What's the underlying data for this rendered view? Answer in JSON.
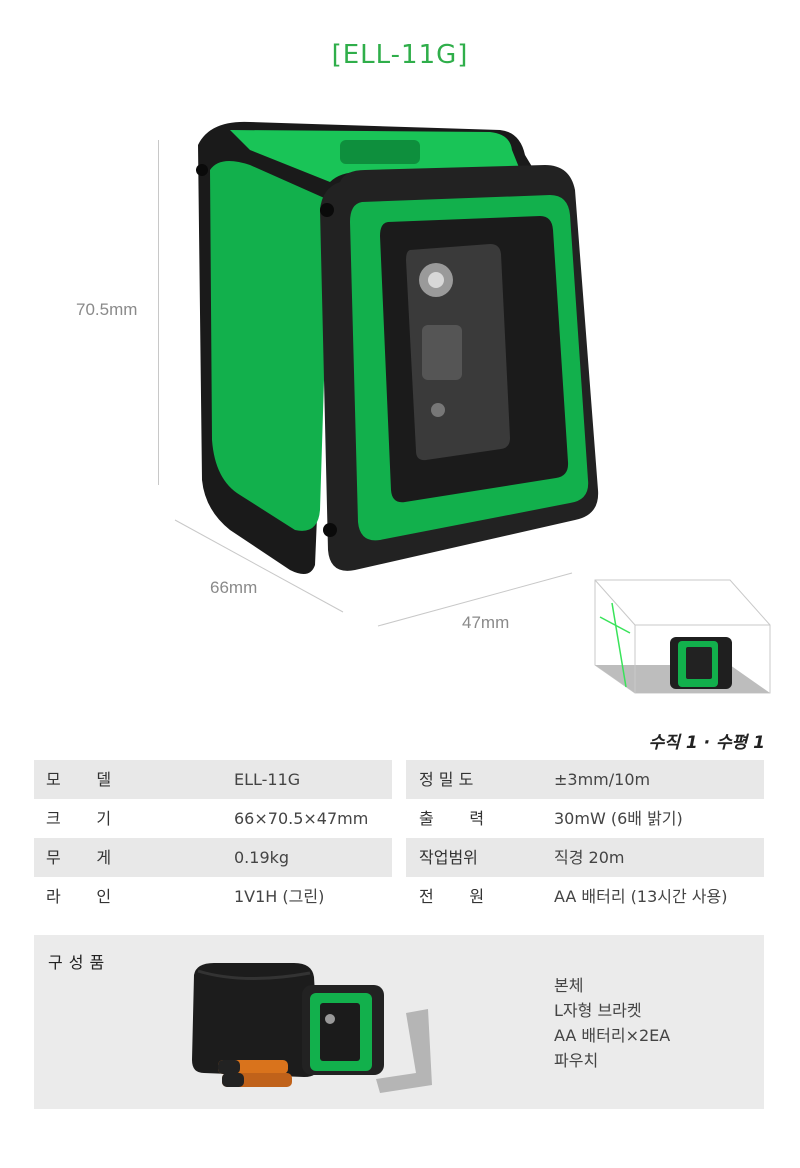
{
  "title": "[ELL-11G]",
  "dimensions": {
    "height": "70.5mm",
    "depth": "66mm",
    "width": "47mm"
  },
  "caption": "수직 1 · 수평 1",
  "specs": [
    {
      "key1": "모       델",
      "val1": "ELL-11G",
      "key2": "정 밀 도",
      "val2": "±3mm/10m"
    },
    {
      "key1": "크       기",
      "val1": "66×70.5×47mm",
      "key2": "출       력",
      "val2": "30mW (6배 밝기)"
    },
    {
      "key1": "무       게",
      "val1": "0.19kg",
      "key2": "작업범위",
      "val2": "직경 20m"
    },
    {
      "key1": "라       인",
      "val1": "1V1H (그린)",
      "key2": "전       원",
      "val2": "AA 배터리 (13시간 사용)"
    }
  ],
  "components": {
    "label": "구성품",
    "items": [
      "본체",
      "L자형 브라켓",
      "AA 배터리×2EA",
      "파우치"
    ]
  },
  "colors": {
    "accent_green": "#2fae4a",
    "body_green": "#12b04c",
    "housing_black": "#2a2a2a"
  }
}
